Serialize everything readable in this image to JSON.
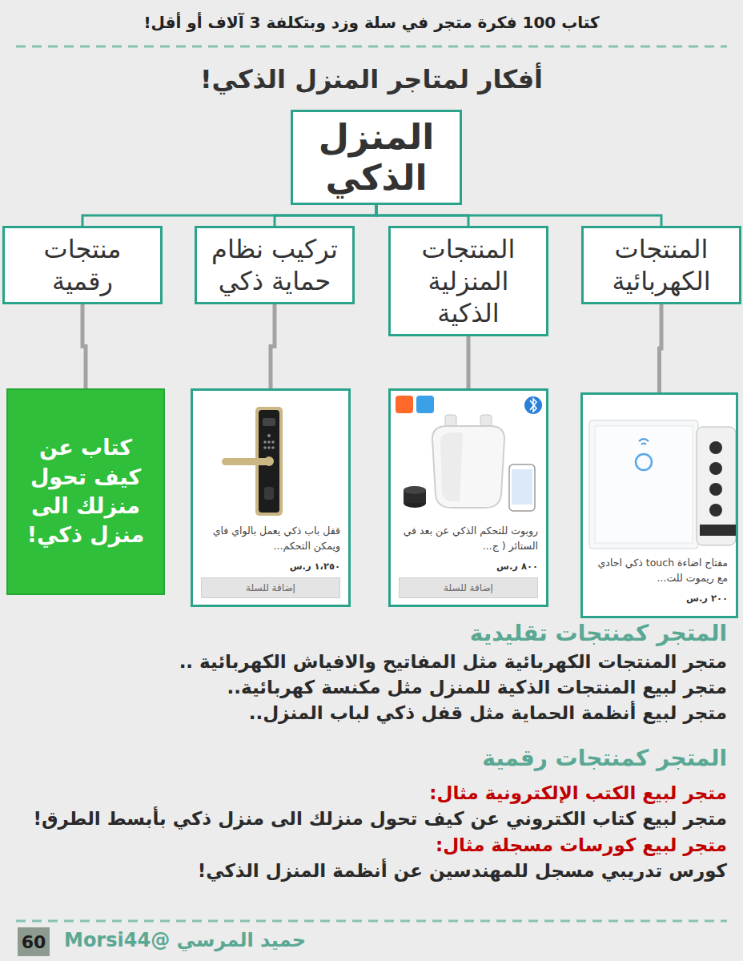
{
  "diagram": {
    "title": "أفكار لمتاجر المنزل الذكي!",
    "nodes": [
      {
        "text": [
          "المنزل الذكي"
        ]
      },
      {
        "text": [
          "المنتجات الكهربائية"
        ]
      },
      {
        "text": [
          "المنتجات المنزلية الذكية"
        ]
      },
      {
        "text": [
          "تركيب نظام حماية ذكي"
        ]
      },
      {
        "text": [
          "منتجات رقمية"
        ]
      },
      {
        "text": [
          "مفتاح اضاءة touch ذكي احادي مع ريموت للت...",
          "٢٠٠ ر.س"
        ]
      },
      {
        "text": [
          "روبوت للتحكم الذكي عن بعد في الستائر ( ج...",
          "٨٠٠ ر.س"
        ]
      },
      {
        "text": [
          "إضافة للسلة"
        ],
        "in": 6
      },
      {
        "text": [
          "قفل باب ذكي يعمل بالواي فاي ويمكن التحكم...",
          "١،٢٥٠ ر.س"
        ]
      },
      {
        "text": [
          "إضافة للسلة"
        ],
        "in": 8
      },
      {
        "text": [
          "كتاب عن كيف تحول منزلك الى منزل ذكي!"
        ]
      },
      {
        "text": [
          "60"
        ]
      }
    ],
    "edges": [
      {
        "from": 0,
        "to": 1,
        "arrow": "none"
      },
      {
        "from": 0,
        "to": 2,
        "arrow": "none"
      },
      {
        "from": 0,
        "to": 3,
        "arrow": "none"
      },
      {
        "from": 0,
        "to": 4,
        "arrow": "none"
      },
      {
        "from": 1,
        "to": 5,
        "arrow": "none"
      },
      {
        "from": 2,
        "to": 6,
        "arrow": "none"
      },
      {
        "from": 3,
        "to": 8,
        "arrow": "none"
      },
      {
        "from": 4,
        "to": 10,
        "arrow": "none"
      }
    ],
    "labels": [
      "كتاب 100 فكرة متجر في سلة وزد وبتكلفة 3 آلاف أو أقل!",
      "المتجر كمنتجات تقليدية",
      "متجر المنتجات الكهربائية مثل المفاتيح والافياش الكهربائية ..",
      "متجر لبيع المنتجات الذكية للمنزل مثل مكنسة كهربائية..",
      "متجر لبيع أنظمة الحماية مثل قفل ذكي لباب المنزل..",
      "المتجر كمنتجات رقمية",
      "متجر لبيع الكتب الإلكترونية مثال:",
      "متجر لبيع كتاب الكتروني عن كيف تحول منزلك الى منزل ذكي بأبسط الطرق!",
      "متجر لبيع كورسات مسجلة مثال:",
      "كورس تدريبي مسجل للمهندسين عن أنظمة المنزل الذكي!",
      "حميد المرسي @Morsi44"
    ]
  }
}
